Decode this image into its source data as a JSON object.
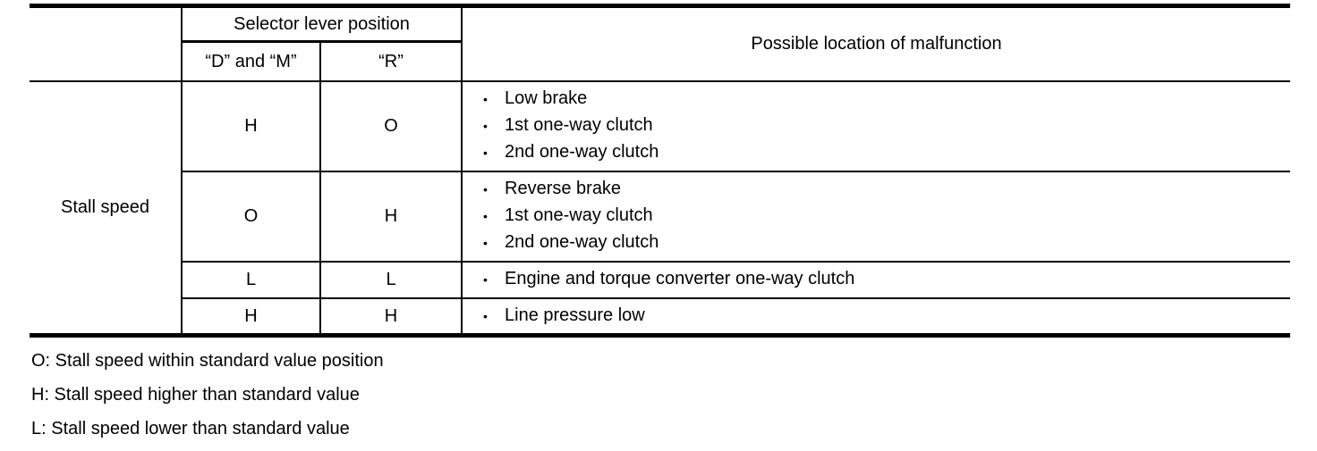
{
  "table": {
    "header": {
      "corner_label": "",
      "selector_group_label": "Selector lever position",
      "col_dm": "“D” and “M”",
      "col_r": "“R”",
      "malfunction_label": "Possible location of malfunction"
    },
    "row_group_label": "Stall speed",
    "bullet": "•",
    "rows": [
      {
        "dm": "H",
        "r": "O",
        "malfunctions": [
          "Low brake",
          "1st one-way clutch",
          "2nd one-way clutch"
        ]
      },
      {
        "dm": "O",
        "r": "H",
        "malfunctions": [
          "Reverse brake",
          "1st one-way clutch",
          "2nd one-way clutch"
        ]
      },
      {
        "dm": "L",
        "r": "L",
        "malfunctions": [
          "Engine and torque converter one-way clutch"
        ]
      },
      {
        "dm": "H",
        "r": "H",
        "malfunctions": [
          "Line pressure low"
        ]
      }
    ]
  },
  "legend": [
    "O: Stall speed within standard value position",
    "H: Stall speed higher than standard value",
    "L: Stall speed lower than standard value"
  ],
  "colors": {
    "text": "#000000",
    "background": "#ffffff",
    "border": "#000000"
  }
}
